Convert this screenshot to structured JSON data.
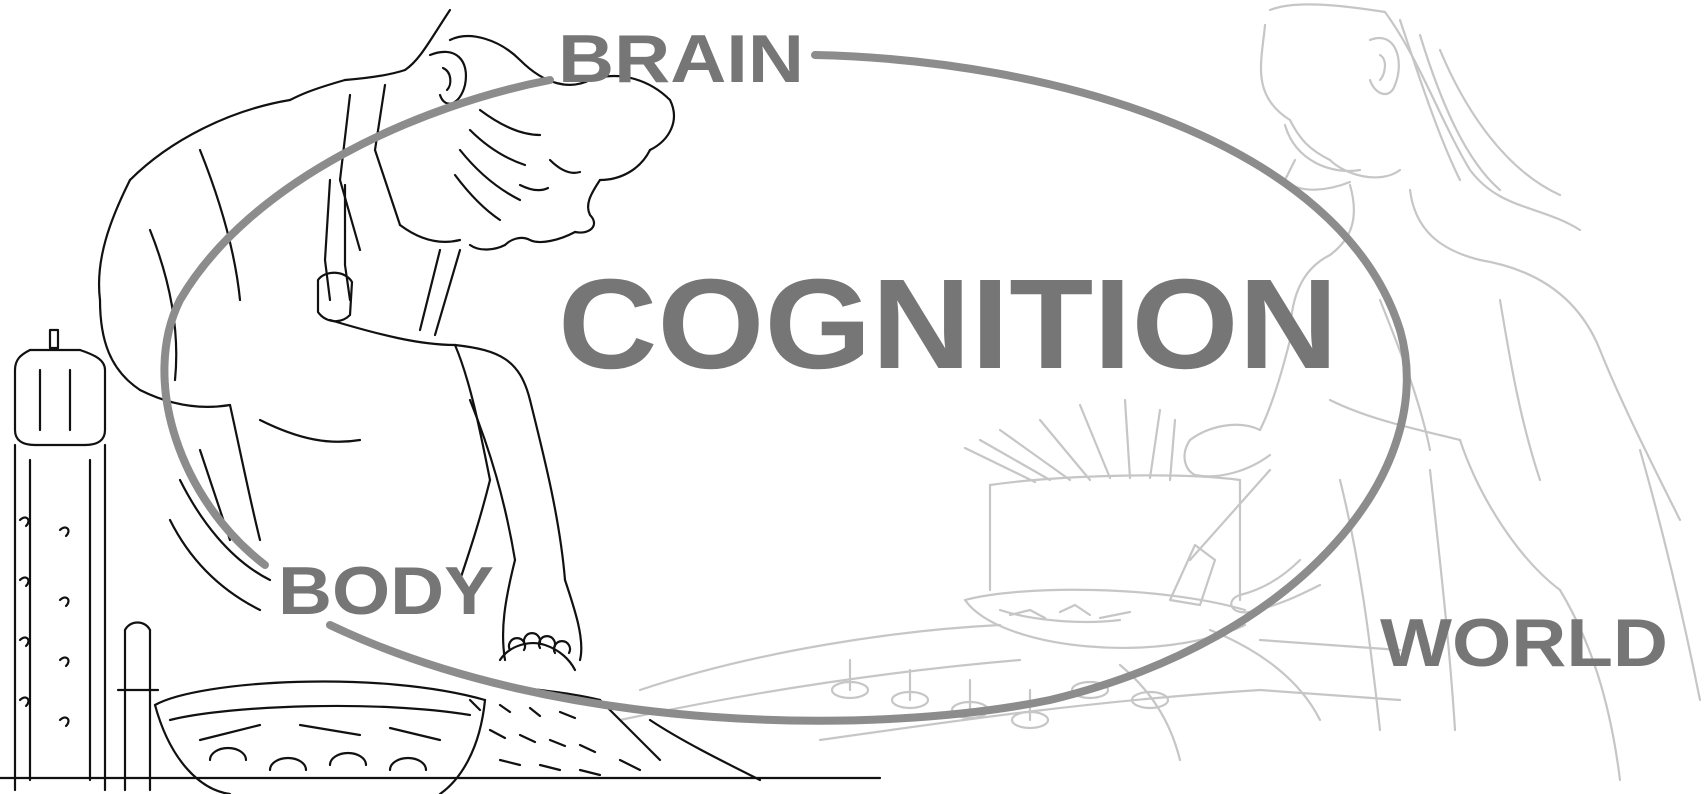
{
  "labels": {
    "brain": "BRAIN",
    "body": "BODY",
    "world": "WORLD",
    "cognition": "COGNITION"
  },
  "colors": {
    "label_gray": "#767676",
    "loop_gray": "#8c8c8c",
    "line_black": "#111111",
    "line_light": "#c4c4c4"
  }
}
